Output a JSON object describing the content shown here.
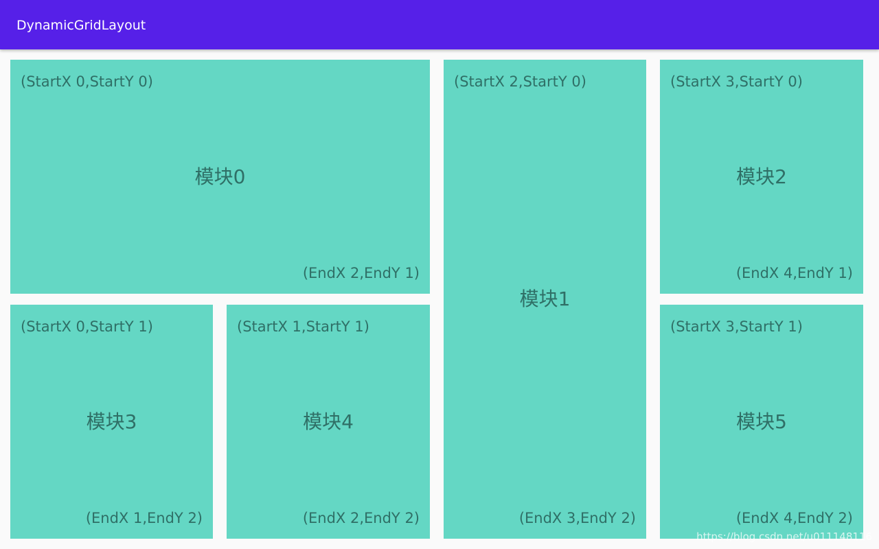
{
  "app": {
    "title": "DynamicGridLayout"
  },
  "tiles": [
    {
      "label": "模块0",
      "start": "(StartX 0,StartY 0)",
      "end": "(EndX 2,EndY 1)"
    },
    {
      "label": "模块1",
      "start": "(StartX 2,StartY 0)",
      "end": "(EndX 3,EndY 2)"
    },
    {
      "label": "模块2",
      "start": "(StartX 3,StartY 0)",
      "end": "(EndX 4,EndY 1)"
    },
    {
      "label": "模块3",
      "start": "(StartX 0,StartY 1)",
      "end": "(EndX 1,EndY 2)"
    },
    {
      "label": "模块4",
      "start": "(StartX 1,StartY 1)",
      "end": "(EndX 2,EndY 2)"
    },
    {
      "label": "模块5",
      "start": "(StartX 3,StartY 1)",
      "end": "(EndX 4,EndY 2)"
    }
  ],
  "watermark": "https://blog.csdn.net/u011148116",
  "colors": {
    "appbar": "#5620e8",
    "tile": "#64d7c4",
    "tile_text": "#2f6f66",
    "background": "#fafafa"
  }
}
